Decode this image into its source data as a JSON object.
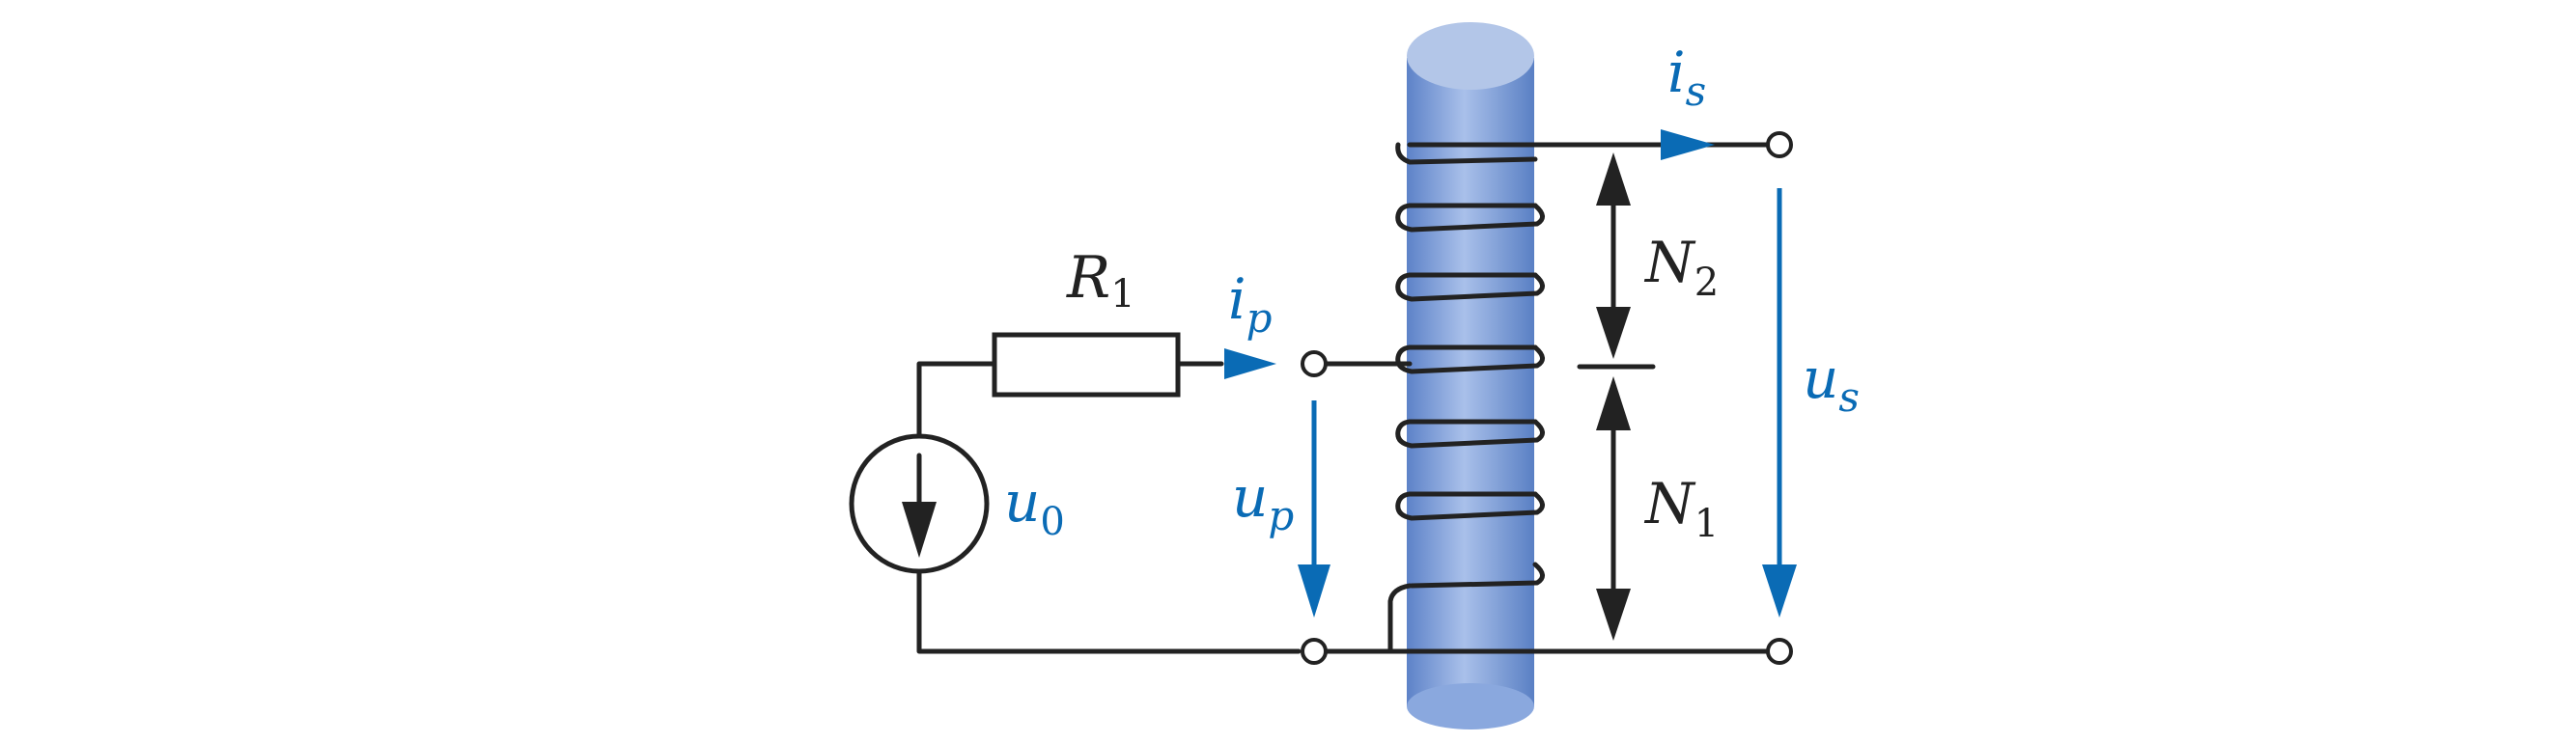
{
  "diagram": {
    "labels": {
      "resistor": {
        "main": "R",
        "sub": "1"
      },
      "source_voltage": {
        "main": "u",
        "sub": "0"
      },
      "primary_current": {
        "main": "i",
        "sub": "p"
      },
      "primary_voltage": {
        "main": "u",
        "sub": "p"
      },
      "secondary_current": {
        "main": "i",
        "sub": "s"
      },
      "secondary_voltage": {
        "main": "u",
        "sub": "s"
      },
      "turns_secondary": {
        "main": "N",
        "sub": "2"
      },
      "turns_primary": {
        "main": "N",
        "sub": "1"
      }
    },
    "colors": {
      "accent": "#0a6bb5",
      "wire": "#222222",
      "core_light": "#b3c6e8",
      "core_mid": "#8aa8de",
      "core_dark": "#5d82c8",
      "background": "#ffffff"
    }
  }
}
